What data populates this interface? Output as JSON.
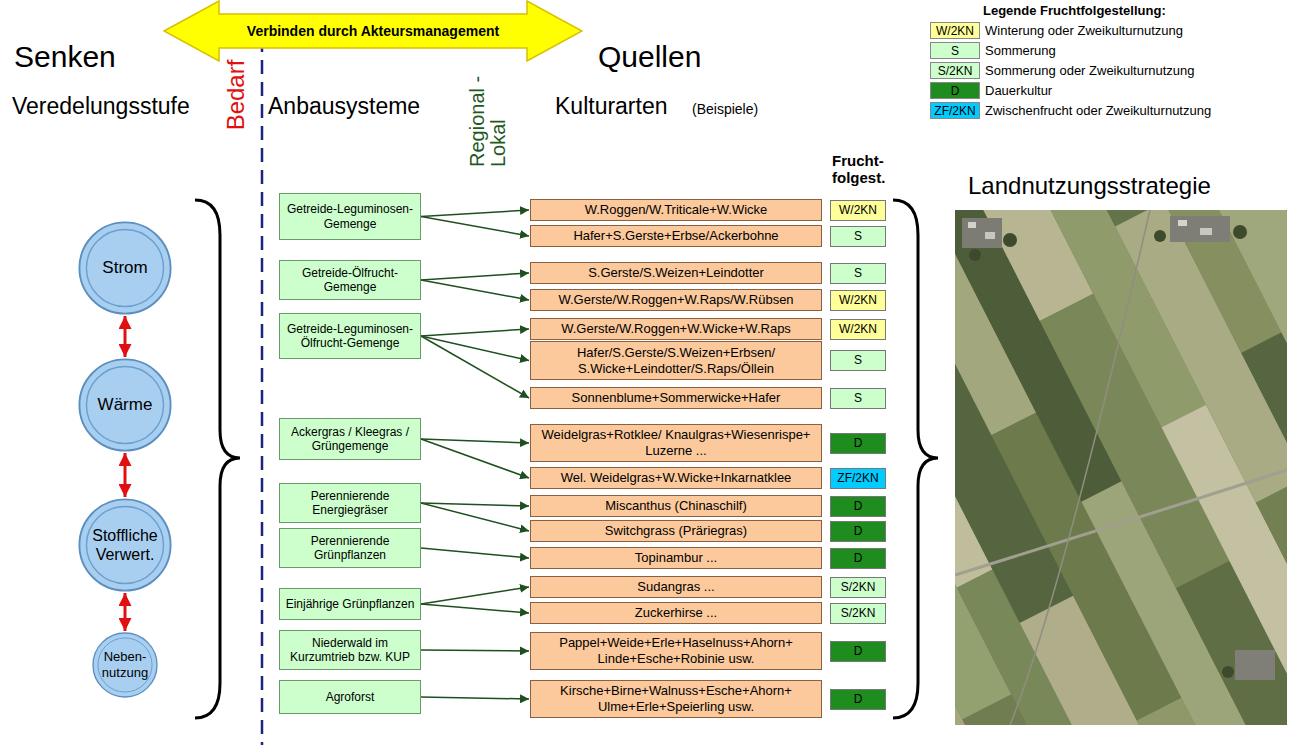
{
  "diagram": {
    "nodes": [
      {
        "text": [
          "Verbinden durch Akteursmanagement"
        ]
      },
      {
        "text": [
          "Strom"
        ]
      },
      {
        "text": [
          "Wärme"
        ]
      },
      {
        "text": [
          "Stoffliche Verwert."
        ]
      },
      {
        "text": [
          "Neben- nutzung"
        ]
      },
      {
        "text": [
          "Getreide-Leguminosen- Gemenge"
        ]
      },
      {
        "text": [
          "Getreide-Ölfrucht- Gemenge"
        ]
      },
      {
        "text": [
          "Getreide-Leguminosen- Ölfrucht-Gemenge"
        ]
      },
      {
        "text": [
          "Ackergras / Kleegras / Grüngemenge"
        ]
      },
      {
        "text": [
          "Perennierende Energiegräser"
        ]
      },
      {
        "text": [
          "Perennierende Grünpflanzen"
        ]
      },
      {
        "text": [
          "Einjährige Grünpflanzen"
        ]
      },
      {
        "text": [
          "Niederwald im Kurzumtrieb bzw. KUP"
        ]
      },
      {
        "text": [
          "Agroforst"
        ]
      },
      {
        "text": [
          "W.Roggen/W.Triticale+W.Wicke"
        ]
      },
      {
        "text": [
          "Hafer+S.Gerste+Erbse/Ackerbohne"
        ]
      },
      {
        "text": [
          "S.Gerste/S.Weizen+Leindotter"
        ]
      },
      {
        "text": [
          "W.Gerste/W.Roggen+W.Raps/W.Rübsen"
        ]
      },
      {
        "text": [
          "W.Gerste/W.Roggen+W.Wicke+W.Raps"
        ]
      },
      {
        "text": [
          "Hafer/S.Gerste/S.Weizen+Erbsen/ S.Wicke+Leindotter/S.Raps/Öllein"
        ]
      },
      {
        "text": [
          "Sonnenblume+Sommerwicke+Hafer"
        ]
      },
      {
        "text": [
          "Weidelgras+Rotklee/ Knaulgras+Wiesenrispe+ Luzerne ..."
        ]
      },
      {
        "text": [
          "Wel. Weidelgras+W.Wicke+Inkarnatklee"
        ]
      },
      {
        "text": [
          "Miscanthus (Chinaschilf)"
        ]
      },
      {
        "text": [
          "Switchgrass (Präriegras)"
        ]
      },
      {
        "text": [
          "Topinambur ..."
        ]
      },
      {
        "text": [
          "Sudangras ..."
        ]
      },
      {
        "text": [
          "Zuckerhirse ..."
        ]
      },
      {
        "text": [
          "Pappel+Weide+Erle+Haselnuss+Ahorn+ Linde+Esche+Robinie usw."
        ]
      },
      {
        "text": [
          "Kirsche+Birne+Walnuss+Esche+Ahorn+ Ulme+Erle+Speierling usw."
        ]
      },
      {
        "text": [
          "W/2KN"
        ]
      },
      {
        "text": [
          "S"
        ]
      },
      {
        "text": [
          "S"
        ]
      },
      {
        "text": [
          "W/2KN"
        ]
      },
      {
        "text": [
          "W/2KN"
        ]
      },
      {
        "text": [
          "S"
        ]
      },
      {
        "text": [
          "S"
        ]
      },
      {
        "text": [
          "D"
        ]
      },
      {
        "text": [
          "ZF/2KN"
        ]
      },
      {
        "text": [
          "D"
        ]
      },
      {
        "text": [
          "D"
        ]
      },
      {
        "text": [
          "D"
        ]
      },
      {
        "text": [
          "S/2KN"
        ]
      },
      {
        "text": [
          "S/2KN"
        ]
      },
      {
        "text": [
          "D"
        ]
      },
      {
        "text": [
          "D"
        ]
      }
    ],
    "edges": [
      {
        "from": 1,
        "to": 2,
        "arrow": "both"
      },
      {
        "from": 2,
        "to": 3,
        "arrow": "both"
      },
      {
        "from": 3,
        "to": 4,
        "arrow": "both"
      },
      {
        "from": 5,
        "to": 14,
        "arrow": "to"
      },
      {
        "from": 5,
        "to": 15,
        "arrow": "to"
      },
      {
        "from": 6,
        "to": 16,
        "arrow": "to"
      },
      {
        "from": 6,
        "to": 17,
        "arrow": "to"
      },
      {
        "from": 7,
        "to": 18,
        "arrow": "to"
      },
      {
        "from": 7,
        "to": 19,
        "arrow": "to"
      },
      {
        "from": 7,
        "to": 20,
        "arrow": "to"
      },
      {
        "from": 8,
        "to": 21,
        "arrow": "to"
      },
      {
        "from": 8,
        "to": 22,
        "arrow": "to"
      },
      {
        "from": 9,
        "to": 23,
        "arrow": "to"
      },
      {
        "from": 9,
        "to": 24,
        "arrow": "to"
      },
      {
        "from": 10,
        "to": 25,
        "arrow": "to"
      },
      {
        "from": 11,
        "to": 26,
        "arrow": "to"
      },
      {
        "from": 11,
        "to": 27,
        "arrow": "to"
      },
      {
        "from": 12,
        "to": 28,
        "arrow": "to"
      },
      {
        "from": 13,
        "to": 29,
        "arrow": "to"
      }
    ],
    "labels": [
      "Senken",
      "Quellen",
      "Veredelungsstufe",
      "Bedarf",
      "Anbausysteme",
      "Regional - Lokal",
      "Kulturarten",
      "(Beispiele)",
      "Frucht- folgest.",
      "Legende Fruchtfolgestellung:",
      "W/2KN",
      "S",
      "S/2KN",
      "D",
      "ZF/2KN",
      "Landnutzungsstrategie"
    ],
    "legend": [
      {
        "text": "Winterung oder Zweikulturnutzung",
        "color": "#ffff99"
      },
      {
        "text": "Sommerung",
        "color": "#ccffcc"
      },
      {
        "text": "Sommerung oder Zweikulturnutzung",
        "color": "#ccffcc"
      },
      {
        "text": "Dauerkultur",
        "color": "#1e8c1e"
      },
      {
        "text": "Zwischenfrucht oder Zweikulturnutzung",
        "color": "#00ccff"
      }
    ]
  }
}
